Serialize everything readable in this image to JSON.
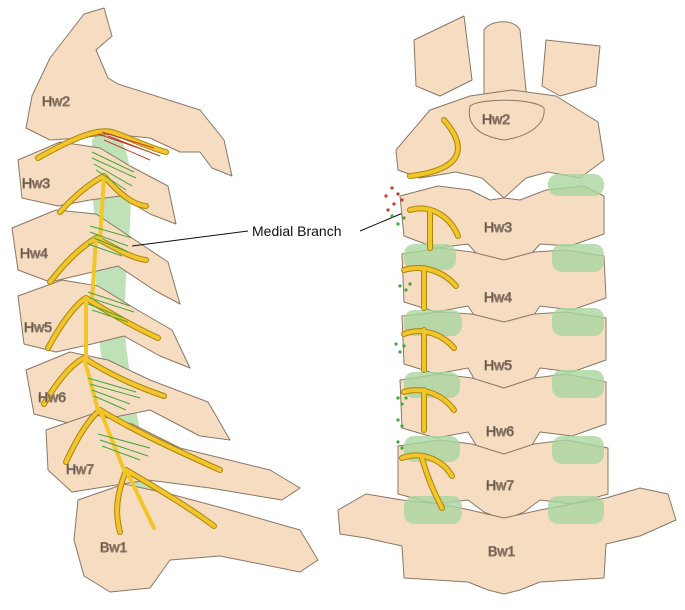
{
  "colors": {
    "bone_fill": "#f6dcc0",
    "bone_stroke": "#8a7766",
    "nerve_fill": "#f2c52a",
    "nerve_stroke": "#a9850f",
    "facet_green": "#a9d7a0",
    "fiber_green": "#3ea83a",
    "fiber_red": "#c43a2c",
    "background": "#ffffff"
  },
  "callout": {
    "label": "Medial Branch"
  },
  "lateral_view": {
    "labels": [
      "Hw2",
      "Hw3",
      "Hw4",
      "Hw5",
      "Hw6",
      "Hw7",
      "Bw1"
    ]
  },
  "posterior_view": {
    "labels": [
      "Hw2",
      "Hw3",
      "Hw4",
      "Hw5",
      "Hw6",
      "Hw7",
      "Bw1"
    ]
  }
}
